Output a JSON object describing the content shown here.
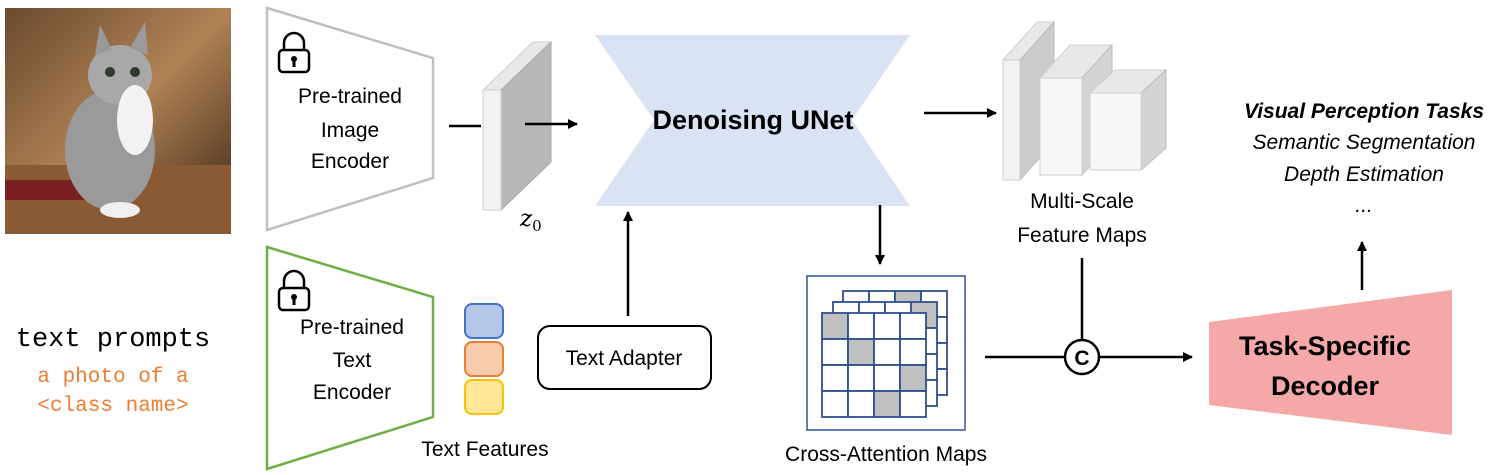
{
  "image_encoder": {
    "line1": "Pre-trained",
    "line2": "Image",
    "line3": "Encoder",
    "icon": "lock-icon"
  },
  "latent": {
    "label": "z",
    "subscript": "0"
  },
  "unet": {
    "label": "Denoising UNet",
    "color": "#dae3f3"
  },
  "feature_maps": {
    "line1": "Multi-Scale",
    "line2": "Feature Maps"
  },
  "tasks": {
    "heading": "Visual Perception Tasks",
    "heading_color": "#4472c4",
    "items": [
      "Semantic Segmentation",
      "Depth Estimation",
      "..."
    ]
  },
  "text_prompts": {
    "title": "text prompts",
    "line1": "a photo of a",
    "line2": "<class name>",
    "color": "#ed7d31"
  },
  "text_encoder": {
    "line1": "Pre-trained",
    "line2": "Text",
    "line3": "Encoder",
    "border_color": "#70ad47",
    "icon": "lock-icon"
  },
  "text_features": {
    "label": "Text Features",
    "colors": [
      "#b4c7e7",
      "#f8cbad",
      "#ffe699"
    ],
    "borders": [
      "#4472c4",
      "#ed7d31",
      "#ffc000"
    ]
  },
  "text_adapter": {
    "label": "Text Adapter"
  },
  "cross_attention": {
    "label": "Cross-Attention Maps",
    "grid_fill": "#c0c0c0",
    "grid_line": "#2f4f8f"
  },
  "concat": {
    "symbol": "C"
  },
  "decoder": {
    "line1": "Task-Specific",
    "line2": "Decoder",
    "color": "#f4a9a8"
  }
}
